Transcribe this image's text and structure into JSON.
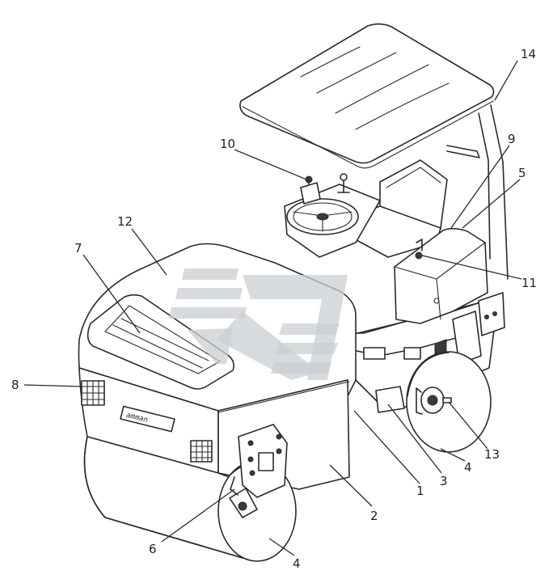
{
  "diagram": {
    "brand_plate_text": "amman",
    "callouts": [
      {
        "id": "c1",
        "label": "1"
      },
      {
        "id": "c2",
        "label": "2"
      },
      {
        "id": "c3",
        "label": "3"
      },
      {
        "id": "c4a",
        "label": "4"
      },
      {
        "id": "c4b",
        "label": "4"
      },
      {
        "id": "c5",
        "label": "5"
      },
      {
        "id": "c6",
        "label": "6"
      },
      {
        "id": "c7",
        "label": "7"
      },
      {
        "id": "c8",
        "label": "8"
      },
      {
        "id": "c9",
        "label": "9"
      },
      {
        "id": "c10",
        "label": "10"
      },
      {
        "id": "c11",
        "label": "11"
      },
      {
        "id": "c12",
        "label": "12"
      },
      {
        "id": "c13",
        "label": "13"
      },
      {
        "id": "c14",
        "label": "14"
      }
    ]
  }
}
